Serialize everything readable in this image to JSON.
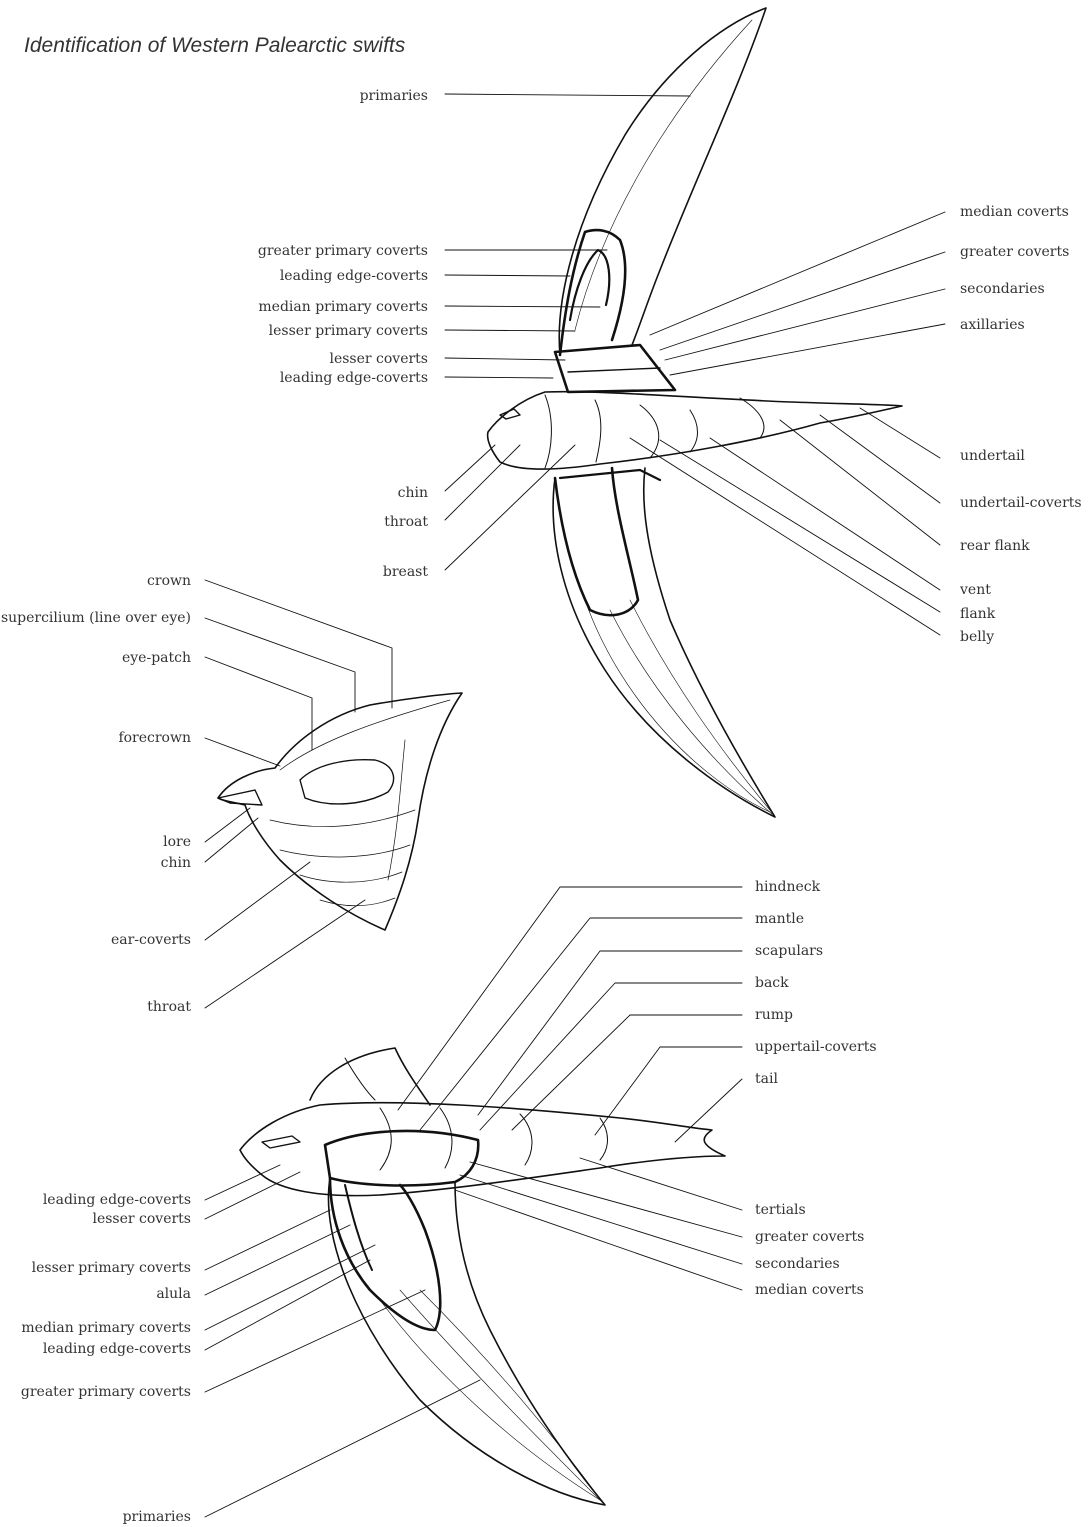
{
  "title": "Identification of Western Palearctic swifts",
  "underside": {
    "top": [
      "primaries"
    ],
    "left": [
      "greater primary coverts",
      "leading edge-coverts",
      "median primary coverts",
      "lesser primary coverts",
      "lesser coverts",
      "leading edge-coverts",
      "chin",
      "throat",
      "breast"
    ],
    "right": [
      "median coverts",
      "greater coverts",
      "secondaries",
      "axillaries",
      "undertail",
      "undertail-coverts",
      "rear flank",
      "vent",
      "flank",
      "belly"
    ]
  },
  "head": {
    "left": [
      "crown",
      "supercilium (line over eye)",
      "eye-patch",
      "forecrown",
      "lore",
      "chin",
      "ear-coverts",
      "throat"
    ]
  },
  "upperside": {
    "right_top": [
      "hindneck",
      "mantle",
      "scapulars",
      "back",
      "rump",
      "uppertail-coverts",
      "tail"
    ],
    "right_bottom": [
      "tertials",
      "greater coverts",
      "secondaries",
      "median coverts"
    ],
    "left": [
      "leading edge-coverts",
      "lesser coverts",
      "lesser primary coverts",
      "alula",
      "median primary coverts",
      "leading edge-coverts",
      "greater primary coverts",
      "primaries"
    ]
  }
}
